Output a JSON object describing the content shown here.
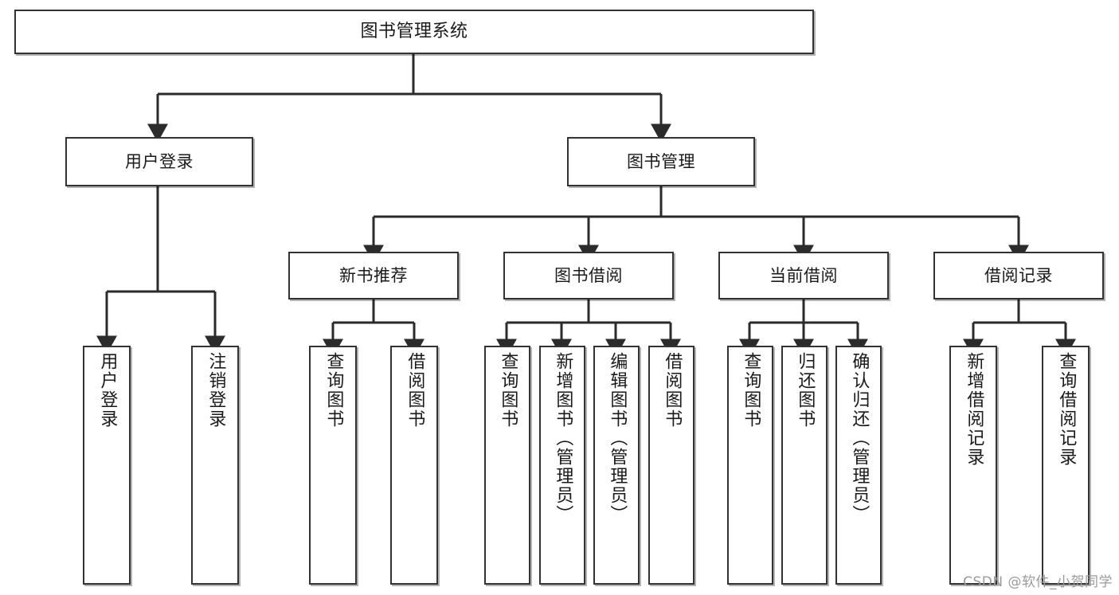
{
  "diagram": {
    "type": "tree",
    "title": "图书管理系统",
    "background": "#ffffff",
    "line_color": "#333333",
    "box_border_color": "#333333",
    "box_fill": "#ffffff",
    "text_color": "#1a1a1a"
  },
  "root": {
    "label": "图书管理系统"
  },
  "level2": [
    {
      "label": "用户登录"
    },
    {
      "label": "图书管理"
    }
  ],
  "level3": [
    {
      "label": "新书推荐"
    },
    {
      "label": "图书借阅"
    },
    {
      "label": "当前借阅"
    },
    {
      "label": "借阅记录"
    }
  ],
  "leaves": {
    "user_login": [
      {
        "label": "用户登录"
      },
      {
        "label": "注销登录"
      }
    ],
    "new_book": [
      {
        "label": "查询图书"
      },
      {
        "label": "借阅图书"
      }
    ],
    "book_borrow": [
      {
        "label": "查询图书"
      },
      {
        "label": "新增图书（管理员）"
      },
      {
        "label": "编辑图书（管理员）"
      },
      {
        "label": "借阅图书"
      }
    ],
    "current_borrow": [
      {
        "label": "查询图书"
      },
      {
        "label": "归还图书"
      },
      {
        "label": "确认归还（管理员）"
      }
    ],
    "borrow_record": [
      {
        "label": "新增借阅记录"
      },
      {
        "label": "查询借阅记录"
      }
    ]
  },
  "watermark": {
    "text": "CSDN @软件_小贺同学",
    "color": "#9a9a9a"
  }
}
